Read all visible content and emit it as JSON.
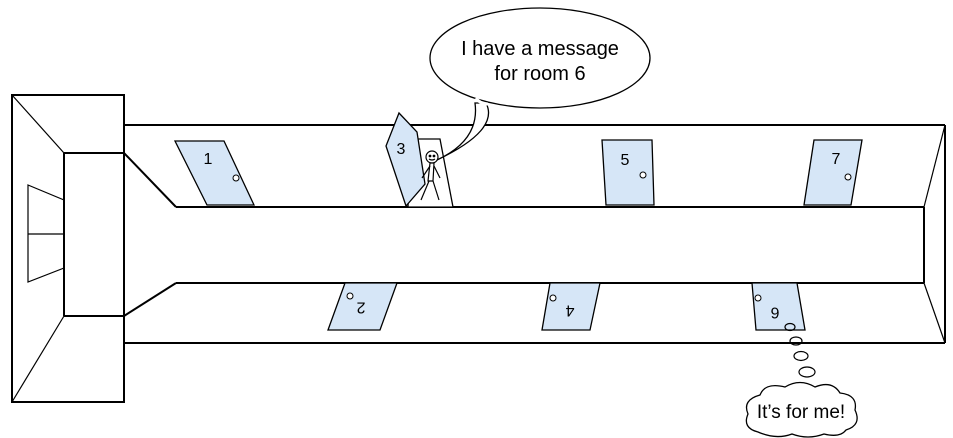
{
  "speech_bubble": {
    "line1": "I have a message",
    "line2": "for room 6"
  },
  "thought_bubble": {
    "text": "It’s for me!"
  },
  "doors": {
    "d1": "1",
    "d2": "2",
    "d3": "3",
    "d4": "4",
    "d5": "5",
    "d6": "6",
    "d7": "7"
  },
  "colors": {
    "door_fill": "#d6e6f7",
    "outline": "#000000"
  }
}
